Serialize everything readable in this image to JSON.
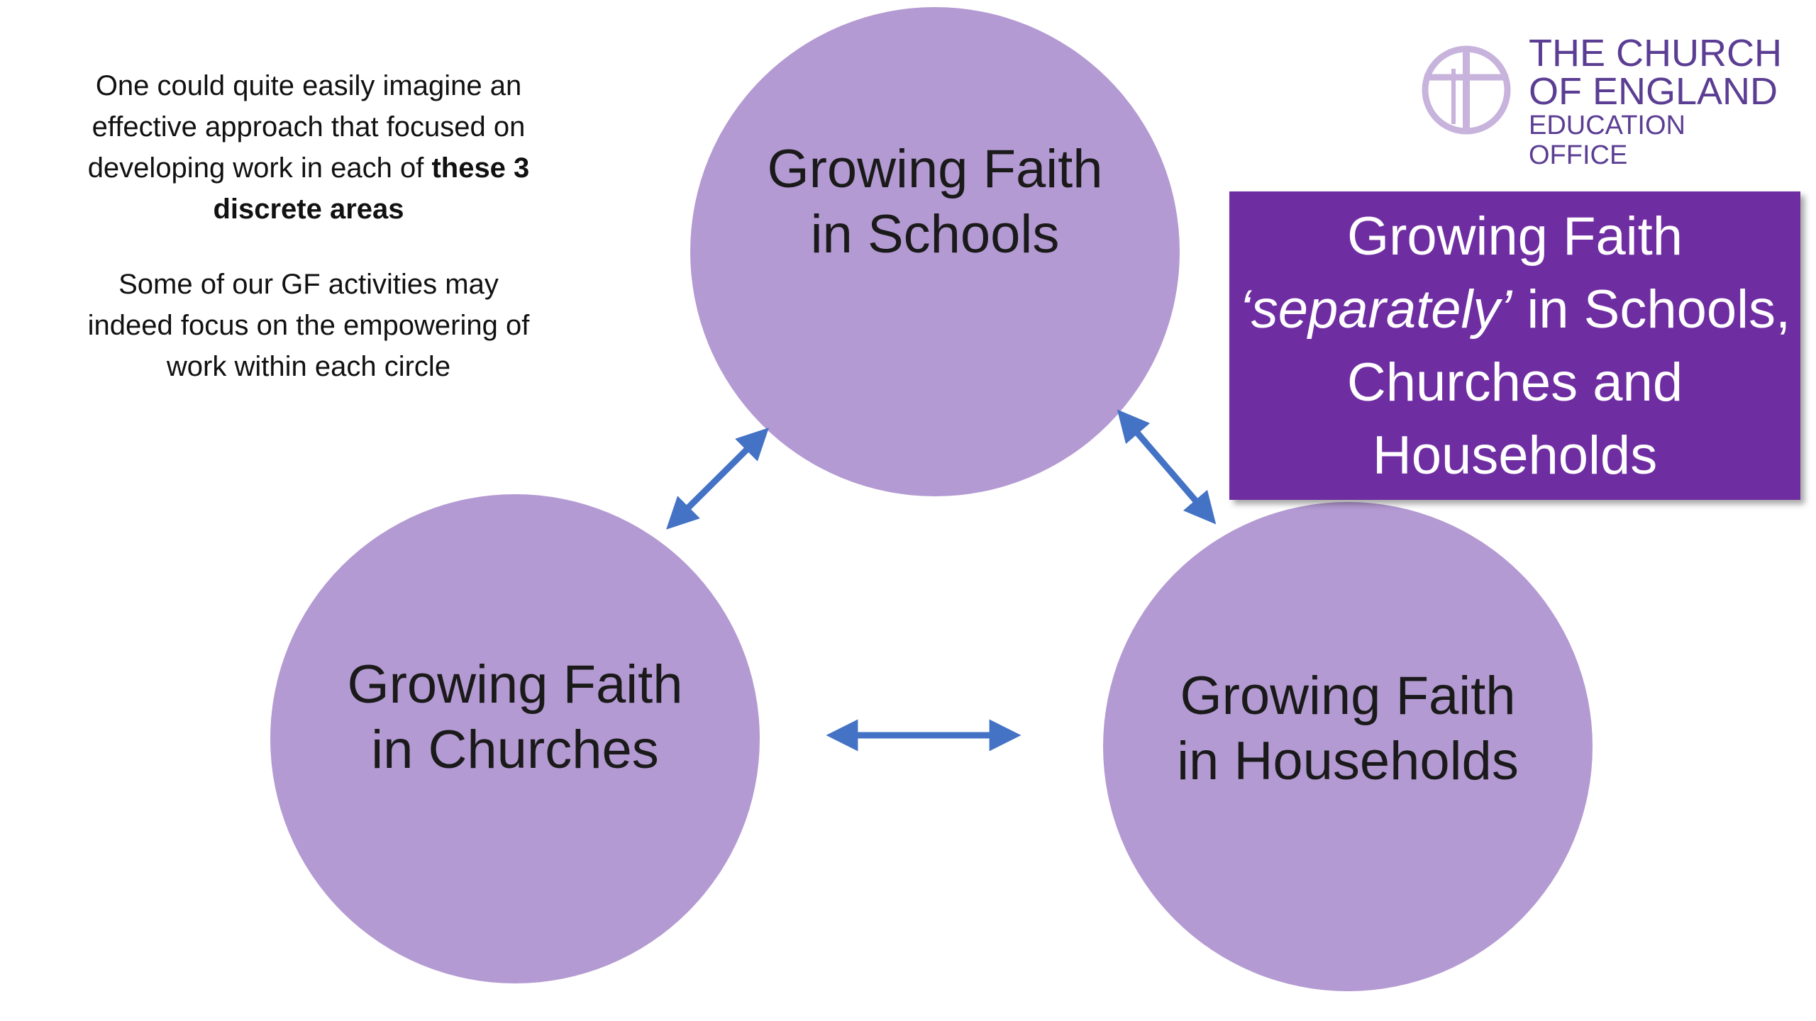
{
  "intro": {
    "p1_before": "One could quite easily imagine an effective approach that focused on developing work in each of ",
    "p1_bold": "these 3 discrete areas",
    "p2": "Some of our GF activities may indeed focus on the empowering of work within each circle"
  },
  "circles": {
    "schools": {
      "line1": "Growing Faith",
      "line2": "in Schools"
    },
    "churches": {
      "line1": "Growing Faith",
      "line2": "in Churches"
    },
    "households": {
      "line1": "Growing Faith",
      "line2": "in Households"
    }
  },
  "callout": {
    "line1": "Growing Faith",
    "line2_italic": "‘separately’",
    "line2_rest": " in Schools,",
    "line3": "Churches and",
    "line4": "Households"
  },
  "logo": {
    "line1": "THE CHURCH",
    "line2": "OF ENGLAND",
    "line3": "EDUCATION OFFICE"
  },
  "colors": {
    "circle_fill": "#b49ad2",
    "callout_fill": "#6f2da2",
    "arrow": "#4472c4",
    "logo_text": "#5b3e93",
    "logo_mark": "#c7b3dc"
  }
}
